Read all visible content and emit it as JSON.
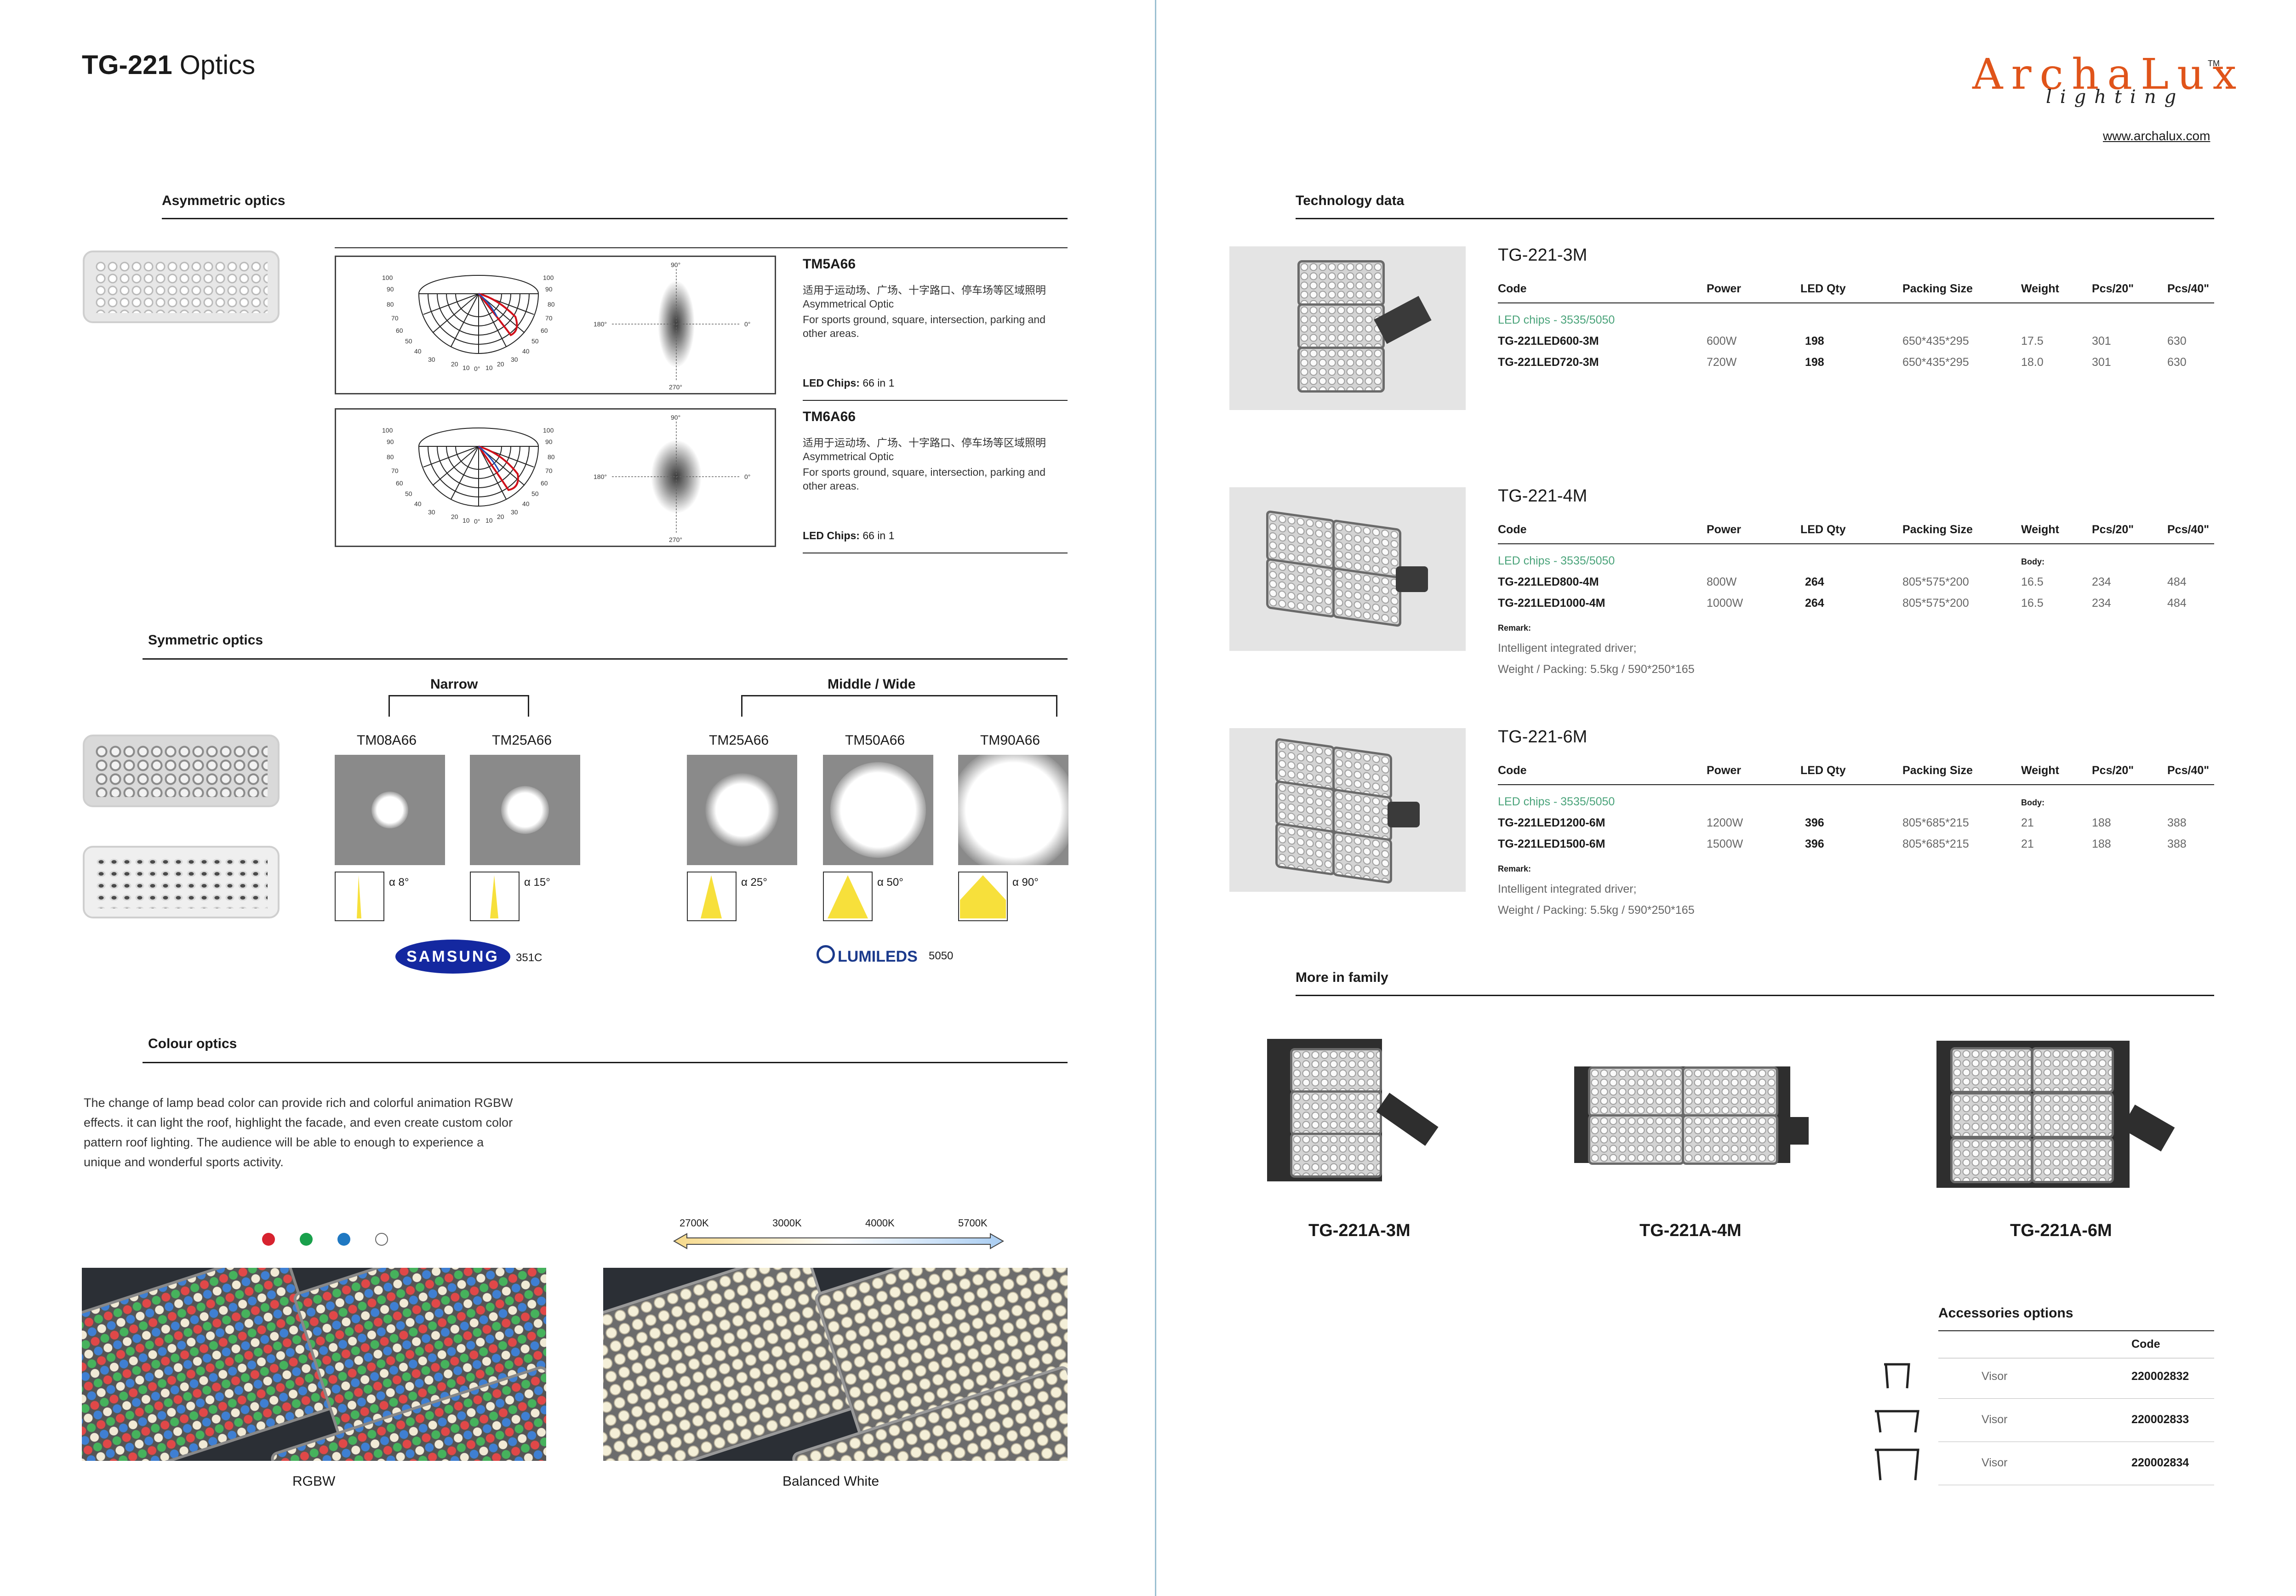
{
  "page": {
    "title_model": "TG-221",
    "title_rest": " Optics",
    "brand": "ArchaLux",
    "brand_sub": "lighting",
    "brand_tm": "TM",
    "url": "www.archalux.com"
  },
  "left": {
    "asym_title": "Asymmetric optics",
    "asym": [
      {
        "code": "TM5A66",
        "cn": "适用于运动场、广场、十字路口、停车场等区域照明",
        "line1": "Asymmetrical Optic",
        "line2": "For sports ground, square, intersection, parking and",
        "line3": "other areas.",
        "chips_label": "LED Chips:",
        "chips_value": " 66 in 1"
      },
      {
        "code": "TM6A66",
        "cn": "适用于运动场、广场、十字路口、停车场等区域照明",
        "line1": "Asymmetrical Optic",
        "line2": "For sports ground, square, intersection, parking and",
        "line3": "other areas.",
        "chips_label": "LED Chips:",
        "chips_value": " 66 in 1"
      }
    ],
    "polar_labels": [
      "100",
      "90",
      "80",
      "70",
      "60",
      "50",
      "40",
      "30",
      "20",
      "10",
      "0°",
      "10",
      "20",
      "30"
    ],
    "isolux_labels": {
      "top": "90°",
      "left": "180°",
      "right": "0°",
      "bottom": "270°"
    },
    "sym_title": "Symmetric optics",
    "group_narrow": "Narrow",
    "group_wide": "Middle / Wide",
    "beams": [
      {
        "code": "TM08A66",
        "angle": "α 8°"
      },
      {
        "code": "TM25A66",
        "angle": "α 15°"
      },
      {
        "code": "TM25A66",
        "angle": "α 25°"
      },
      {
        "code": "TM50A66",
        "angle": "α 50°"
      },
      {
        "code": "TM90A66",
        "angle": "α 90°"
      }
    ],
    "samsung_logo": "SAMSUNG",
    "samsung_code": "351C",
    "lumileds_logo": "LUMILEDS",
    "lumileds_code": "5050",
    "colour_title": "Colour optics",
    "colour_text": [
      "The change of lamp bead color can provide rich and colorful animation RGBW",
      "effects. it can light the roof, highlight the facade, and even create custom color",
      "pattern roof lighting. The audience will be able to enough to experience a",
      "unique and wonderful sports activity."
    ],
    "color_dots": [
      "#d7232f",
      "#19a04b",
      "#1f78c2",
      "#ffffff"
    ],
    "cct": [
      "2700K",
      "3000K",
      "4000K",
      "5700K"
    ],
    "caption_rgbw": "RGBW",
    "caption_white": "Balanced White"
  },
  "right": {
    "tech_title": "Technology data",
    "columns": [
      "Code",
      "Power",
      "LED Qty",
      "Packing Size",
      "Weight",
      "Pcs/20\"",
      "Pcs/40\""
    ],
    "products": [
      {
        "name": "TG-221-3M",
        "chips": "LED chips - 3535/5050",
        "body": "",
        "rows": [
          [
            "TG-221LED600-3M",
            "600W",
            "198",
            "650*435*295",
            "17.5",
            "301",
            "630"
          ],
          [
            "TG-221LED720-3M",
            "720W",
            "198",
            "650*435*295",
            "18.0",
            "301",
            "630"
          ]
        ],
        "remark": "",
        "note1": "",
        "note2": ""
      },
      {
        "name": "TG-221-4M",
        "chips": "LED chips - 3535/5050",
        "body": "Body:",
        "rows": [
          [
            "TG-221LED800-4M",
            "800W",
            "264",
            "805*575*200",
            "16.5",
            "234",
            "484"
          ],
          [
            "TG-221LED1000-4M",
            "1000W",
            "264",
            "805*575*200",
            "16.5",
            "234",
            "484"
          ]
        ],
        "remark": "Remark:",
        "note1": "Intelligent integrated driver;",
        "note2": "Weight / Packing: 5.5kg / 590*250*165"
      },
      {
        "name": "TG-221-6M",
        "chips": "LED chips - 3535/5050",
        "body": "Body:",
        "rows": [
          [
            "TG-221LED1200-6M",
            "1200W",
            "396",
            "805*685*215",
            "21",
            "188",
            "388"
          ],
          [
            "TG-221LED1500-6M",
            "1500W",
            "396",
            "805*685*215",
            "21",
            "188",
            "388"
          ]
        ],
        "remark": "Remark:",
        "note1": "Intelligent integrated driver;",
        "note2": "Weight / Packing: 5.5kg / 590*250*165"
      }
    ],
    "family_title": "More in family",
    "family": [
      "TG-221A-3M",
      "TG-221A-4M",
      "TG-221A-6M"
    ],
    "acc_title": "Accessories options",
    "acc_code_header": "Code",
    "accessories": [
      {
        "name": "Visor",
        "code": "220002832"
      },
      {
        "name": "Visor",
        "code": "220002833"
      },
      {
        "name": "Visor",
        "code": "220002834"
      }
    ]
  }
}
